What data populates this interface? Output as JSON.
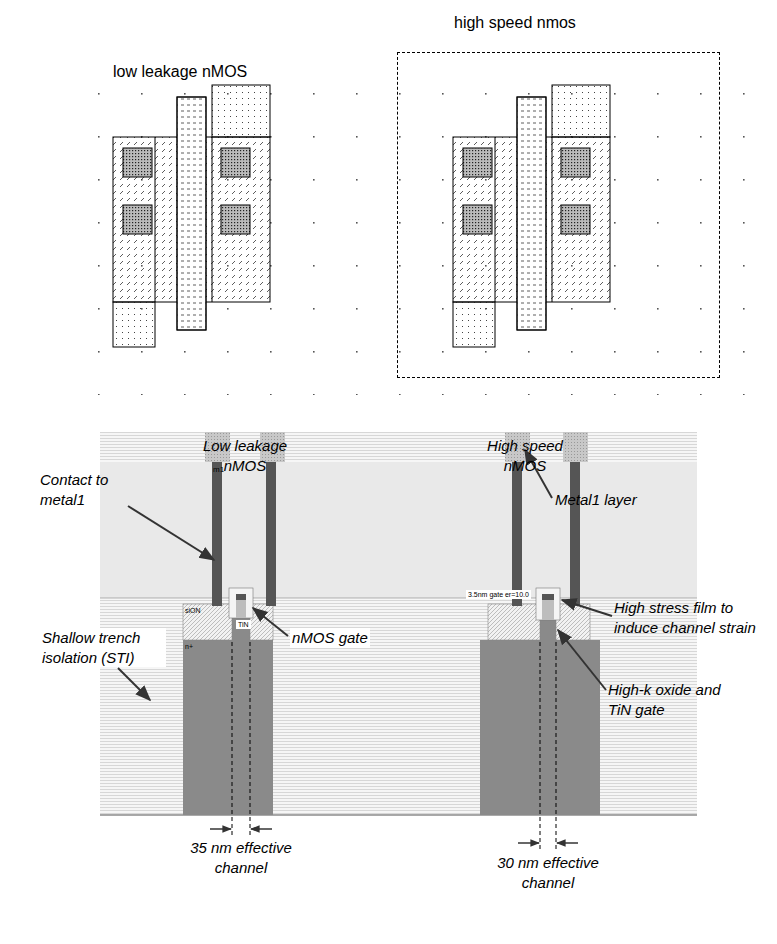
{
  "diagram": {
    "nodes": [
      {
        "text": [
          "high speed nmos"
        ]
      }
    ],
    "labels": [
      "low leakage nMOS",
      "Low leakage nMOS",
      "High speed nMOS",
      "Contact to metal1",
      "Metal1 layer",
      "m1",
      "nMOS gate",
      "High stress film to induce channel strain",
      "Shallow trench isolation (STI)",
      "siON",
      "TiN",
      "3.5nm gate er=10.0",
      "High-k oxide and TiN gate",
      "n+",
      "35 nm effective channel",
      "30 nm effective channel"
    ]
  }
}
